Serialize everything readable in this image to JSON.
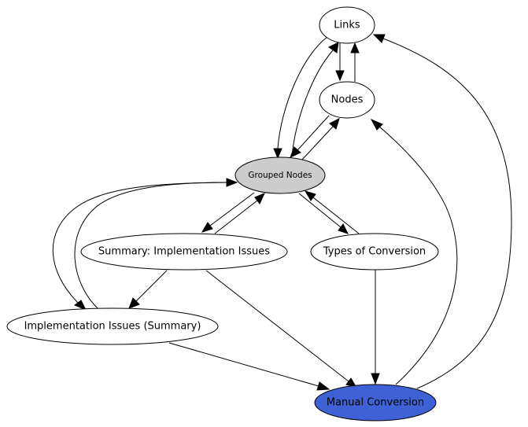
{
  "graph": {
    "nodes": {
      "links": {
        "label": "Links",
        "fill": "#ffffff"
      },
      "nodes": {
        "label": "Nodes",
        "fill": "#ffffff"
      },
      "grouped_nodes": {
        "label": "Grouped Nodes",
        "fill": "#cccccc"
      },
      "summary_implementation_issues": {
        "label": "Summary: Implementation Issues",
        "fill": "#ffffff"
      },
      "types_of_conversion": {
        "label": "Types of Conversion",
        "fill": "#ffffff"
      },
      "implementation_issues_summary": {
        "label": "Implementation Issues (Summary)",
        "fill": "#ffffff"
      },
      "manual_conversion": {
        "label": "Manual Conversion",
        "fill": "#3e62d6"
      }
    }
  }
}
